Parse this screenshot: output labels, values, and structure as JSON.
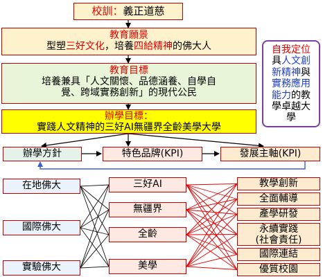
{
  "motto": {
    "label": "校訓：",
    "value": "義正道慈"
  },
  "vision": {
    "title": "教育願景",
    "pre": "型塑",
    "hl1": "三好文化",
    "mid": "，培養",
    "hl2": "四給精神",
    "post": "的佛大人"
  },
  "goal": {
    "title": "教育目標",
    "line1": "培養兼具「人文關懷、品德涵養、自學自",
    "line2": "覺、跨域實務創新」的現代公民"
  },
  "school_goal": {
    "title": "辦學目標：",
    "text": "實踐人文精神的三好AI無疆界全齡美學大學"
  },
  "self_position": {
    "t1": "自我定位",
    "t2": "具",
    "t3": "人文創",
    "t4": "新精神",
    "t5": "與",
    "t6": "實務應用",
    "t7": "能力",
    "t8": "的教",
    "t9": "學卓越大",
    "t10": "學"
  },
  "policy": {
    "left": "辦學方針",
    "middle": "特色品牌(KPI)",
    "right": "發展主軸(KPI)"
  },
  "left_items": [
    "在地佛大",
    "國際佛大",
    "實驗佛大"
  ],
  "middle_items": [
    "三好AI",
    "無疆界",
    "全齡",
    "美學"
  ],
  "right_items": [
    {
      "line1": "教學創新"
    },
    {
      "line1": "全面輔導"
    },
    {
      "line1": "產學研發"
    },
    {
      "line1": "永續實踐",
      "line2": "(社會責任)"
    },
    {
      "line1": "國際連結"
    },
    {
      "line1": "優質校園"
    }
  ],
  "colors": {
    "frame": "#c00000",
    "accent": "#e00000",
    "blue": "#1f3fbf",
    "cream": "#fdf2cc",
    "greenbox": "#e8f5d8",
    "yellow": "#ffff00",
    "blue_fill": "#eaf3fb",
    "pink": "#fde9e1",
    "orange": "#fdebd0",
    "mint": "#e5f2ea",
    "purple": "#7a3fa0"
  }
}
